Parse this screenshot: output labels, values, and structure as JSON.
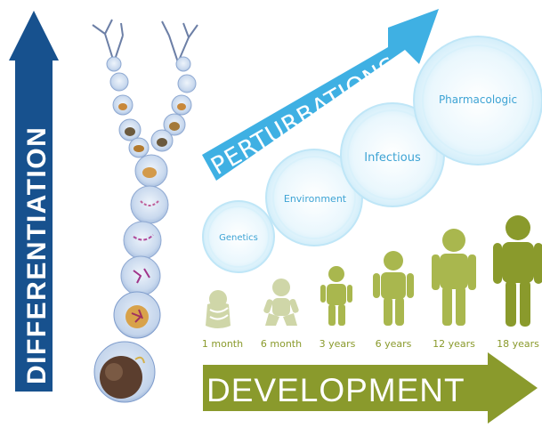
{
  "arrows": {
    "differentiation": "DIFFERENTIATION",
    "perturbations": "PERTURBATIONS",
    "development": "DEVELOPMENT"
  },
  "perturbations": [
    {
      "label": "Genetics"
    },
    {
      "label": "Environment"
    },
    {
      "label": "Infectious"
    },
    {
      "label": "Pharmacologic"
    }
  ],
  "ages": [
    {
      "label": "1 month",
      "figure": "swaddled-infant-icon"
    },
    {
      "label": "6 month",
      "figure": "sitting-baby-icon"
    },
    {
      "label": "3 years",
      "figure": "toddler-icon"
    },
    {
      "label": "6 years",
      "figure": "child-icon"
    },
    {
      "label": "12 years",
      "figure": "preteen-icon"
    },
    {
      "label": "18 years",
      "figure": "adult-icon"
    }
  ],
  "colors": {
    "differentiation_arrow": "#17518e",
    "perturbations_arrow": "#3fb0e3",
    "circle_fill": "#e6f5fc",
    "circle_ring": "#a8ddf3",
    "circle_text": "#3da3d4",
    "development_green": "#8a9a2c",
    "figure_green": "#a9b74e",
    "infant_green": "#cfd6a8"
  }
}
